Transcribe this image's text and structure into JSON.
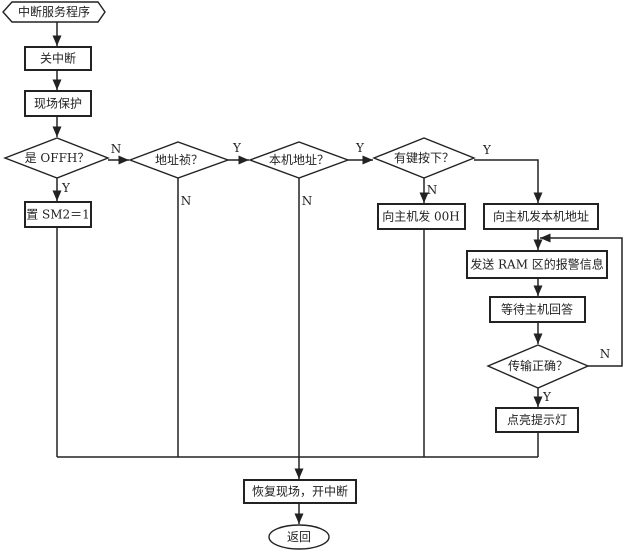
{
  "start": "中断服务程序",
  "disable_interrupt": "关中断",
  "save_context": "现场保护",
  "decision_offh": "是 OFFH？",
  "set_sm2": "置 SM2＝1",
  "decision_address_frame": "地址祯？",
  "decision_local_address": "本机地址？",
  "decision_key_pressed": "有键按下？",
  "send_00h": "向主机发 00H",
  "send_local_address": "向主机发本机地址",
  "send_alarm_info": "发送 RAM 区的报警信息",
  "wait_host_reply": "等待主机回答",
  "decision_transfer_ok": "传输正确？",
  "light_indicator": "点亮提示灯",
  "restore_context": "恢复现场，开中断",
  "return": "返回",
  "labels": {
    "yes": "Y",
    "no": "N"
  }
}
